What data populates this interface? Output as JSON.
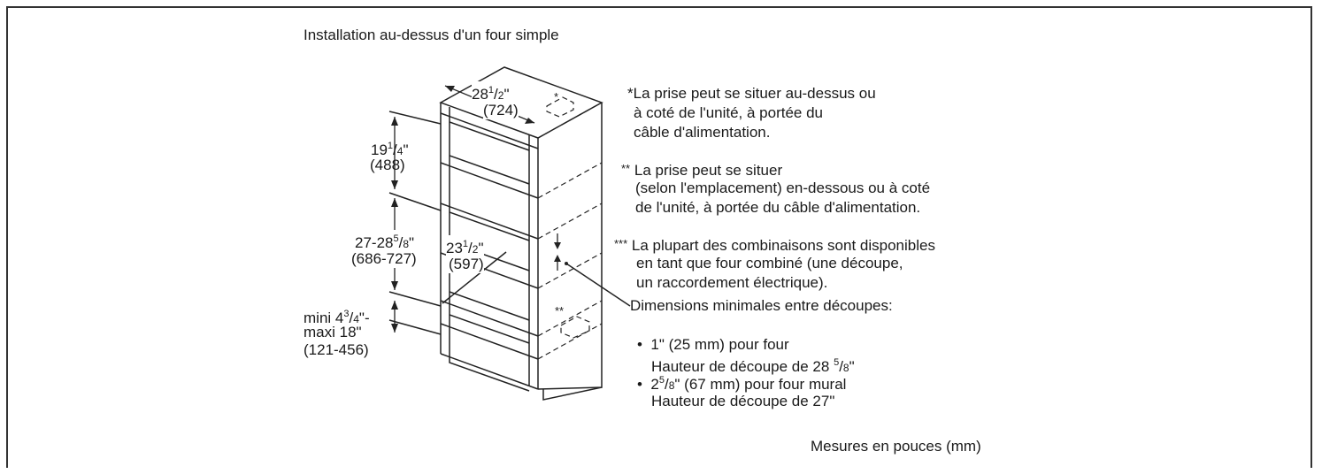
{
  "title": "Installation au-dessus d'un four simple",
  "dims": {
    "width_top": {
      "whole": "28",
      "num": "1",
      "den": "2",
      "mm": "(724)"
    },
    "upper_height": {
      "whole": "19",
      "num": "1",
      "den": "4",
      "mm": "(488)"
    },
    "cutout_range": {
      "prefix": "27-28",
      "num": "5",
      "den": "8",
      "mm": "(686-727)"
    },
    "depth": {
      "whole": "23",
      "num": "1",
      "den": "2",
      "mm": "(597)"
    },
    "bottom": {
      "line1_prefix": "mini 4",
      "num": "3",
      "den": "4",
      "line1_suffix": "\"-",
      "line2": "maxi 18\"",
      "mm": "(121-456)"
    }
  },
  "markers": {
    "single": "*",
    "double": "**",
    "triple": "***"
  },
  "notes": {
    "note1": {
      "marker": "*",
      "lines": [
        "La prise peut se situer au-dessus ou",
        "à coté de l'unité, à portée du",
        "câble d'alimentation."
      ]
    },
    "note2": {
      "marker": "**",
      "lines": [
        "La prise peut se situer",
        "(selon l'emplacement) en-dessous ou à coté",
        "de l'unité, à portée du câble d'alimentation."
      ]
    },
    "note3": {
      "marker": "***",
      "lines": [
        "La plupart des combinaisons sont disponibles",
        "en tant que four combiné (une découpe,",
        "un raccordement électrique)."
      ]
    }
  },
  "min_dims": {
    "heading": "Dimensions minimales entre découpes:",
    "items": [
      {
        "bullet": "•",
        "text": "1\" (25 mm) pour four",
        "sub_prefix": "Hauteur de découpe de 28 ",
        "sub_num": "5",
        "sub_den": "8",
        "sub_suffix": "\""
      },
      {
        "bullet": "•",
        "prefix": "2",
        "num": "5",
        "den": "8",
        "suffix": "\" (67 mm) pour four mural",
        "sub": "Hauteur de découpe de 27\""
      }
    ]
  },
  "footer": "Mesures en pouces (mm)"
}
